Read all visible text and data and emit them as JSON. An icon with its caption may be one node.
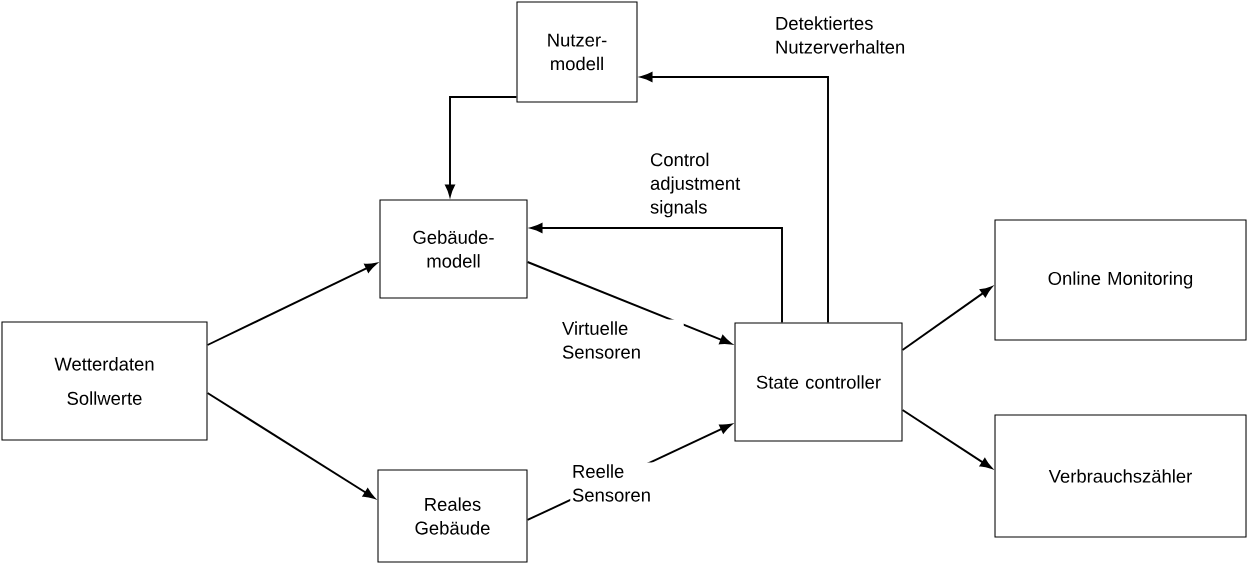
{
  "diagram": {
    "nodes": [
      {
        "text": [
          "Nutzer- modell"
        ]
      },
      {
        "text": [
          "Gebäude- modell"
        ]
      },
      {
        "text": [
          "Wetterdaten",
          "Sollwerte"
        ]
      },
      {
        "text": [
          "Reales Gebäude"
        ]
      },
      {
        "text": [
          "State controller"
        ]
      },
      {
        "text": [
          "Online Monitoring"
        ]
      },
      {
        "text": [
          "Verbrauchszähler"
        ]
      }
    ],
    "edges": [
      {
        "from": 2,
        "to": 1,
        "arrow": "to"
      },
      {
        "from": 2,
        "to": 3,
        "arrow": "to"
      },
      {
        "from": 1,
        "to": 4,
        "arrow": "to",
        "label": "Virtuelle Sensoren"
      },
      {
        "from": 3,
        "to": 4,
        "arrow": "to",
        "label": "Reelle Sensoren"
      },
      {
        "from": 4,
        "to": 1,
        "arrow": "to",
        "label": "Control adjustment signals"
      },
      {
        "from": 4,
        "to": 0,
        "arrow": "to",
        "label": "Detektiertes Nutzerverhalten"
      },
      {
        "from": 0,
        "to": 1,
        "arrow": "to"
      },
      {
        "from": 4,
        "to": 5,
        "arrow": "to"
      },
      {
        "from": 4,
        "to": 6,
        "arrow": "to"
      }
    ]
  }
}
